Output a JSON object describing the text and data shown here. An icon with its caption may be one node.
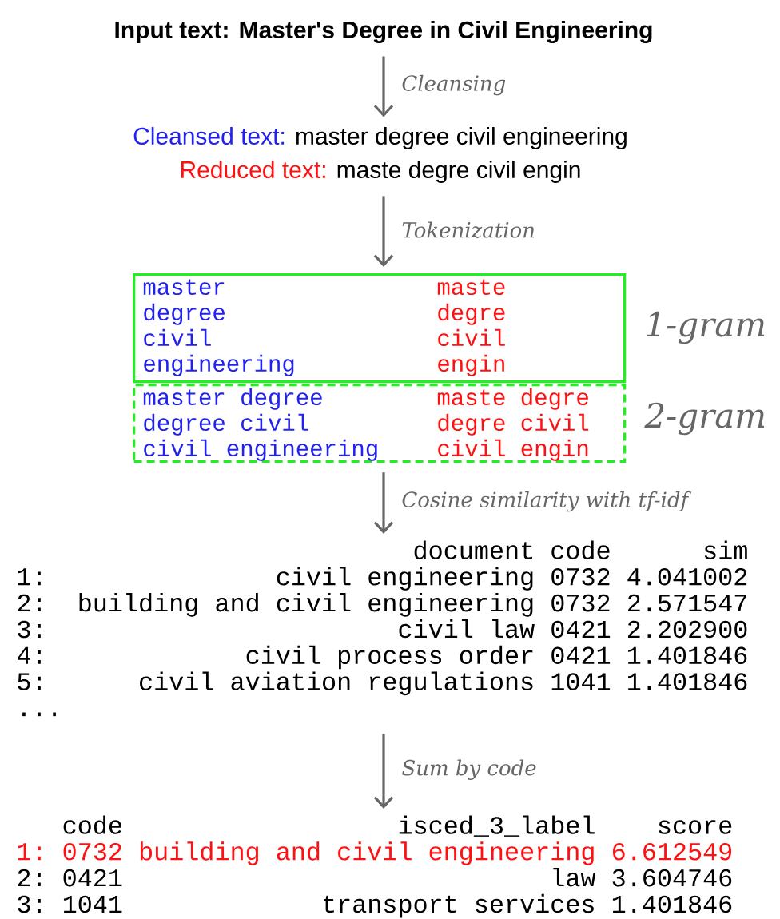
{
  "diagram": {
    "nodes": [
      {
        "text": [
          "Input text: Master's Degree in Civil Engineering"
        ]
      },
      {
        "text": [
          "Cleansed text:",
          "master degree civil engineering",
          "Reduced text:",
          "maste degre civil engin"
        ]
      },
      {
        "text": [
          "master",
          "maste",
          "degree",
          "degre",
          "civil",
          "civil",
          "engineering",
          "engin"
        ],
        "beside": [
          "1-gram"
        ]
      },
      {
        "text": [
          "master degree",
          "maste degre",
          "degree civil",
          "degre civil",
          "civil engineering",
          "civil engin"
        ],
        "beside": [
          "2-gram"
        ]
      },
      {
        "text": [
          "document",
          "code",
          "sim",
          "1:",
          "civil engineering",
          "0732",
          "4.041002",
          "2:",
          "building and civil engineering",
          "0732",
          "2.571547",
          "3:",
          "civil law",
          "0421",
          "2.202900",
          "4:",
          "civil process order",
          "0421",
          "1.401846",
          "5:",
          "civil aviation regulations",
          "1041",
          "1.401846",
          "..."
        ]
      },
      {
        "text": [
          "code",
          "isced_3_label",
          "score",
          "1:",
          "0732",
          "building and civil engineering",
          "6.612549",
          "2:",
          "0421",
          "law",
          "3.604746",
          "3:",
          "1041",
          "transport services",
          "1.401846"
        ]
      }
    ],
    "edges": [
      {
        "from": 0,
        "to": 1,
        "arrow": "to",
        "label": "Cleansing"
      },
      {
        "from": 1,
        "to": 2,
        "arrow": "to",
        "label": "Tokenization"
      },
      {
        "from": 3,
        "to": 4,
        "arrow": "to",
        "label": "Cosine similarity with tf-idf"
      },
      {
        "from": 4,
        "to": 5,
        "arrow": "to",
        "label": "Sum by code"
      }
    ]
  }
}
